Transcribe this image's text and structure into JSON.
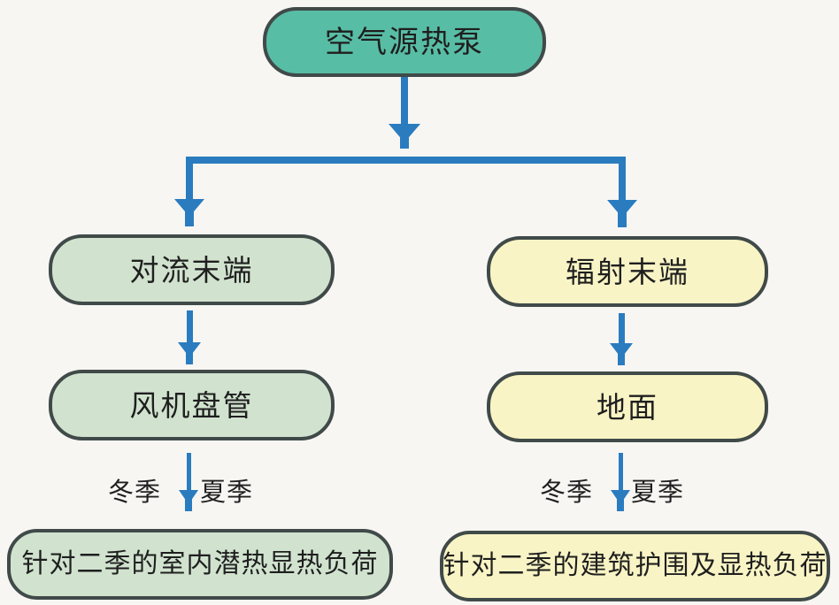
{
  "colors": {
    "background": "#f7f6f3",
    "teal": "#58bda5",
    "green": "#d1e3cf",
    "yellow": "#f9f4c5",
    "border": "#404a49",
    "arrow": "#2a7cbf",
    "text": "#1f1f1f"
  },
  "nodes": {
    "root": "空气源热泵",
    "convection_terminal": "对流末端",
    "radiant_terminal": "辐射末端",
    "fan_coil": "风机盘管",
    "floor": "地面",
    "convection_load": "针对二季的室内潜热显热负荷",
    "radiant_load": "针对二季的建筑护围及显热负荷"
  },
  "edge_labels": {
    "left_winter": "冬季",
    "left_summer": "夏季",
    "right_winter": "冬季",
    "right_summer": "夏季"
  }
}
